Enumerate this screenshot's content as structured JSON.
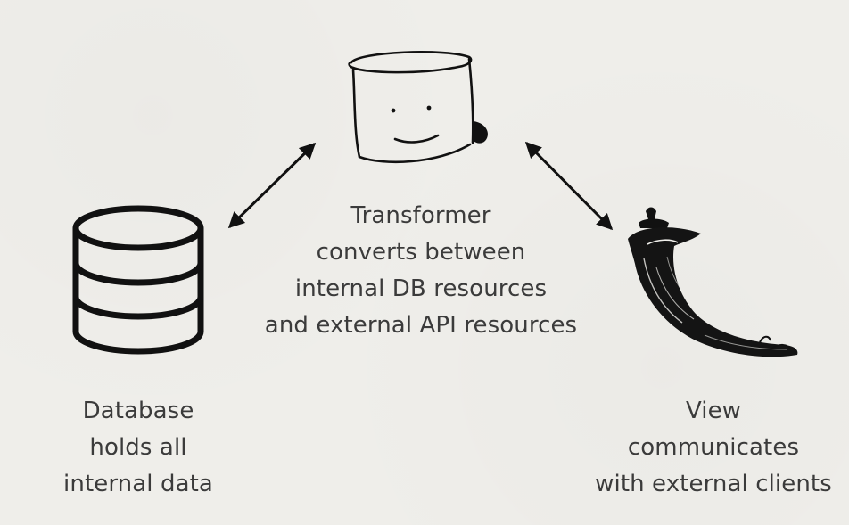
{
  "nodes": {
    "transformer": {
      "icon": "smiling-cylinder-sketch-icon",
      "caption_lines": [
        "Transformer",
        "converts between",
        "internal DB resources",
        "and external API resources"
      ]
    },
    "database": {
      "icon": "database-stack-icon",
      "caption_lines": [
        "Database",
        "holds all",
        "internal data"
      ]
    },
    "view": {
      "icon": "flask-horn-icon",
      "caption_lines": [
        "View",
        "communicates",
        "with external clients"
      ]
    }
  },
  "edges": [
    {
      "from": "database",
      "to": "transformer",
      "style": "double-arrow"
    },
    {
      "from": "transformer",
      "to": "view",
      "style": "double-arrow"
    }
  ],
  "colors": {
    "background": "#efeeea",
    "ink": "#111111",
    "text": "#3b3b3b"
  }
}
